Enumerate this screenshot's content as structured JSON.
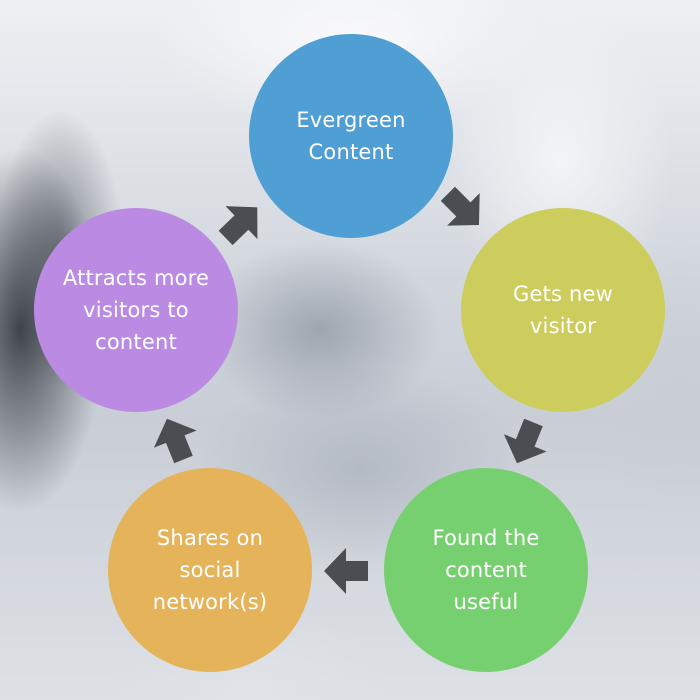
{
  "diagram": {
    "nodes": [
      {
        "id": "evergreen",
        "label": "Evergreen Content",
        "color": "#4f9fd4"
      },
      {
        "id": "new-visitor",
        "label": "Gets new visitor",
        "color": "#cccd5c"
      },
      {
        "id": "useful",
        "label": "Found the content useful",
        "color": "#77d06f"
      },
      {
        "id": "shares",
        "label": "Shares on social network(s)",
        "color": "#e5b35a"
      },
      {
        "id": "attracts",
        "label": "Attracts more visitors to content",
        "color": "#bb8be3"
      }
    ],
    "edges": [
      {
        "from": "evergreen",
        "to": "new-visitor"
      },
      {
        "from": "new-visitor",
        "to": "useful"
      },
      {
        "from": "useful",
        "to": "shares"
      },
      {
        "from": "shares",
        "to": "attracts"
      },
      {
        "from": "attracts",
        "to": "evergreen"
      }
    ],
    "arrow_color": "#4a4d52"
  }
}
